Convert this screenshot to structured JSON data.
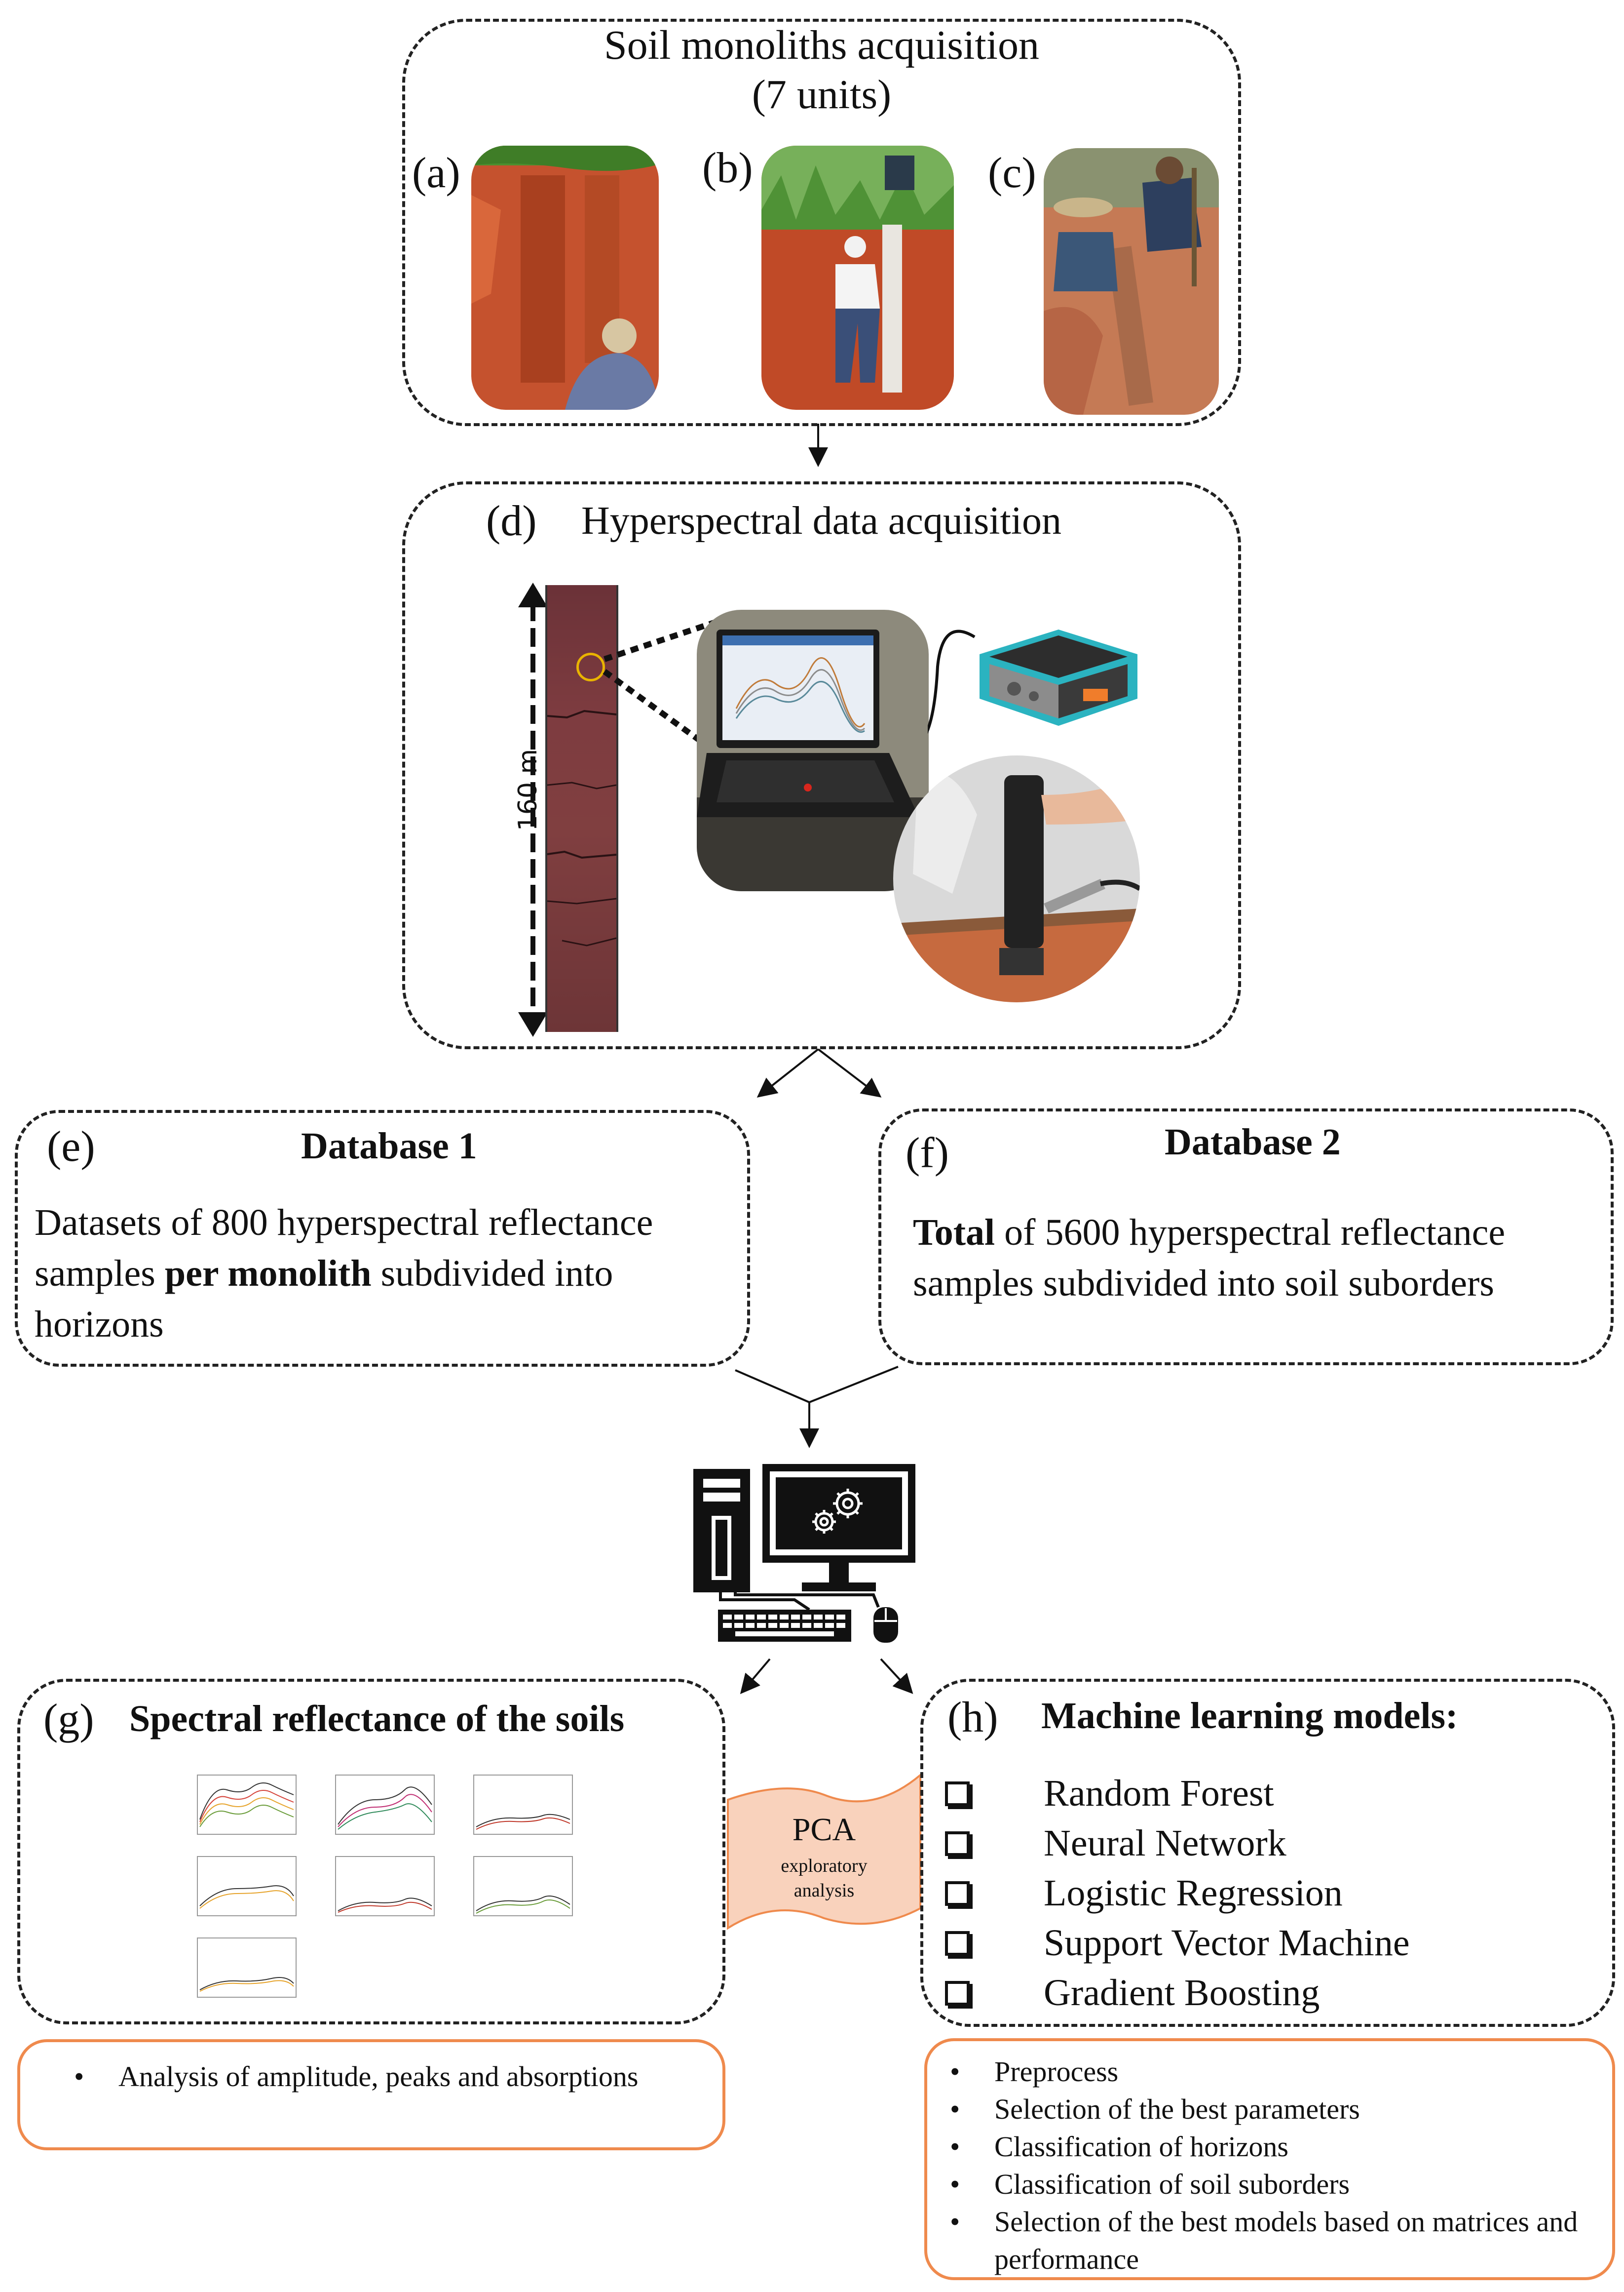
{
  "acquisition": {
    "title_line1": "Soil monoliths acquisition",
    "title_line2": "(7 units)",
    "photo_labels": [
      "(a)",
      "(b)",
      "(c)"
    ]
  },
  "hyperspectral": {
    "label": "(d)",
    "title": "Hyperspectral data acquisition",
    "depth": "160 m"
  },
  "database1": {
    "label": "(e)",
    "title": "Database 1",
    "text_1": "Datasets of 800 hyperspectral reflectance samples ",
    "text_bold": "per monolith",
    "text_2": " subdivided into horizons"
  },
  "database2": {
    "label": "(f)",
    "title": "Database 2",
    "text_bold": "Total",
    "text_1": " of 5600 hyperspectral reflectance samples subdivided into soil suborders"
  },
  "spectral": {
    "label": "(g)",
    "title": "Spectral reflectance of the soils",
    "notes": [
      "Analysis of amplitude, peaks and absorptions"
    ]
  },
  "pca": {
    "title": "PCA",
    "line1": "exploratory",
    "line2": "analysis"
  },
  "ml": {
    "label": "(h)",
    "title": "Machine learning models:",
    "models": [
      "Random Forest",
      "Neural Network",
      "Logistic Regression",
      "Support Vector Machine",
      "Gradient Boosting"
    ],
    "steps": [
      "Preprocess",
      "Selection of the best parameters",
      "Classification of horizons",
      "Classification of soil suborders",
      "Selection of the best models based on matrices and performance"
    ]
  },
  "colors": {
    "soil_red": "#c5522e",
    "monolith": "#7a3a3a",
    "orange_border": "#ef8a4d",
    "pca_fill": "#f9d2bc",
    "device_teal": "#2bb3c0"
  }
}
